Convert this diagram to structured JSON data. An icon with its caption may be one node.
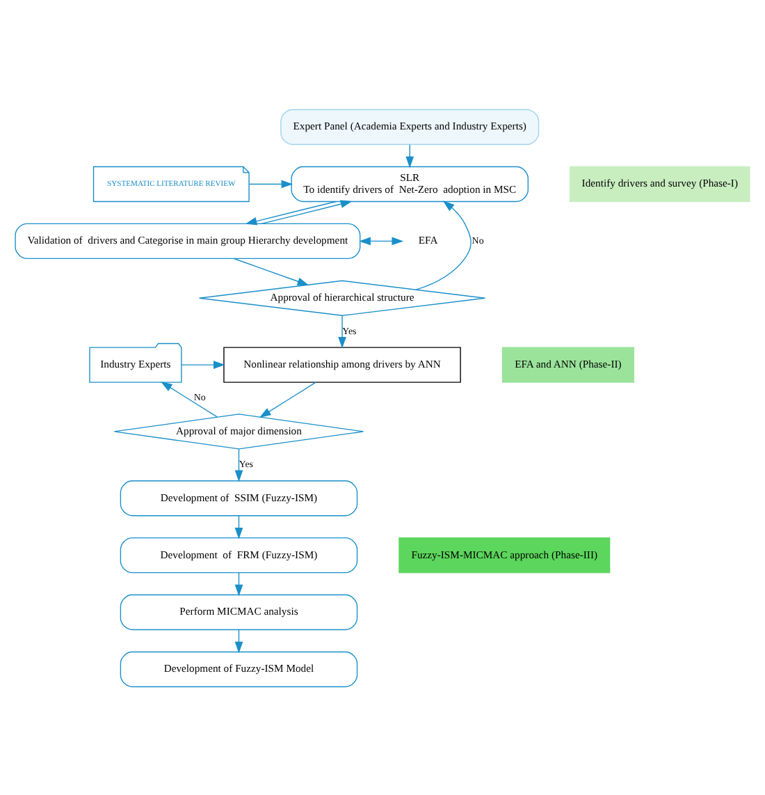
{
  "diagram": {
    "nodes": [
      {
        "text": [
          "Expert Panel (Academia Experts and Industry Experts)"
        ]
      },
      {
        "text": [
          "SLR",
          "To identify drivers of  Net-Zero  adoption in MSC"
        ]
      },
      {
        "text": [
          "Validation of  drivers and Categorise in main group Hierarchy development"
        ]
      },
      {
        "text": [
          "Approval of hierarchical structure"
        ]
      },
      {
        "text": [
          "Nonlinear relationship among drivers by ANN"
        ]
      },
      {
        "text": [
          "Approval of major dimension"
        ]
      },
      {
        "text": [
          "Development of  SSIM (Fuzzy-ISM)"
        ]
      },
      {
        "text": [
          "Development  of  FRM (Fuzzy-ISM)"
        ]
      },
      {
        "text": [
          "Perform MICMAC analysis"
        ]
      },
      {
        "text": [
          "Development of Fuzzy-ISM Model"
        ]
      },
      {
        "text": [
          "SYSTEMATIC LITERATURE REVIEW"
        ]
      },
      {
        "text": [
          "EFA"
        ]
      },
      {
        "text": [
          "Industry Experts"
        ]
      },
      {
        "text": [
          "Identify drivers and survey (Phase-I)"
        ]
      },
      {
        "text": [
          "EFA and ANN (Phase-II)"
        ]
      },
      {
        "text": [
          "Fuzzy-ISM-MICMAC approach (Phase-III)"
        ]
      }
    ],
    "edges": [
      {
        "from": 0,
        "to": 1,
        "arrow": "to"
      },
      {
        "from": 1,
        "to": 2,
        "arrow": "to"
      },
      {
        "from": 2,
        "to": 3,
        "arrow": "to"
      },
      {
        "from": 3,
        "to": 4,
        "arrow": "to",
        "label": "Yes"
      },
      {
        "from": 3,
        "to": 1,
        "arrow": "to",
        "label": "No"
      },
      {
        "from": 2,
        "to": 1,
        "arrow": "to"
      },
      {
        "from": 10,
        "to": 1,
        "arrow": "to"
      },
      {
        "from": 11,
        "to": 2,
        "arrow": "both"
      },
      {
        "from": 12,
        "to": 4,
        "arrow": "to"
      },
      {
        "from": 4,
        "to": 5,
        "arrow": "to"
      },
      {
        "from": 5,
        "to": 12,
        "arrow": "to",
        "label": "No"
      },
      {
        "from": 5,
        "to": 6,
        "arrow": "to",
        "label": "Yes"
      },
      {
        "from": 6,
        "to": 7,
        "arrow": "to"
      },
      {
        "from": 7,
        "to": 8,
        "arrow": "to"
      },
      {
        "from": 8,
        "to": 9,
        "arrow": "to"
      }
    ]
  }
}
